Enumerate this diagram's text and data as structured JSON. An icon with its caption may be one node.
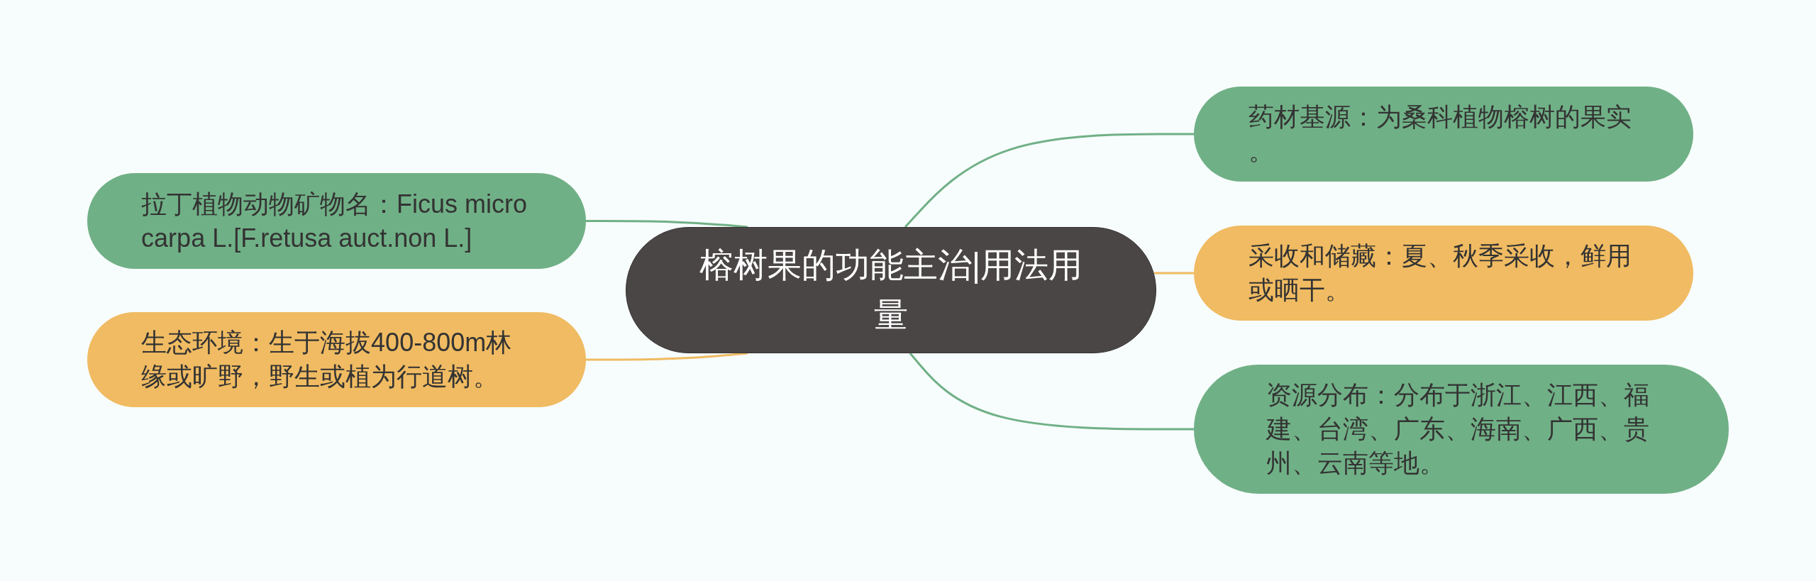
{
  "diagram": {
    "nodes": [
      {
        "text": [
          "榕树果的功能主治|用法用量"
        ]
      },
      {
        "text": [
          "药材基源：为桑科植物榕树的果实。"
        ]
      },
      {
        "text": [
          "采收和储藏：夏、秋季采收，鲜用或晒干。"
        ]
      },
      {
        "text": [
          "资源分布：分布于浙江、江西、福建、台湾、广东、海南、广西、贵州、云南等地。"
        ]
      },
      {
        "text": [
          "拉丁植物动物矿物名：Ficus microcarpa L.[F.retusa auct.non L.]"
        ]
      },
      {
        "text": [
          "生态环境：生于海拔400-800m林缘或旷野，野生或植为行道树。"
        ]
      }
    ],
    "edges": [
      {
        "from": 0,
        "to": 1,
        "arrow": "none"
      },
      {
        "from": 0,
        "to": 2,
        "arrow": "none",
        "color": "#f0bb62"
      },
      {
        "from": 0,
        "to": 3,
        "arrow": "none"
      },
      {
        "from": 0,
        "to": 4,
        "arrow": "none"
      },
      {
        "from": 0,
        "to": 5,
        "arrow": "none",
        "color": "#f0bb62"
      }
    ]
  }
}
